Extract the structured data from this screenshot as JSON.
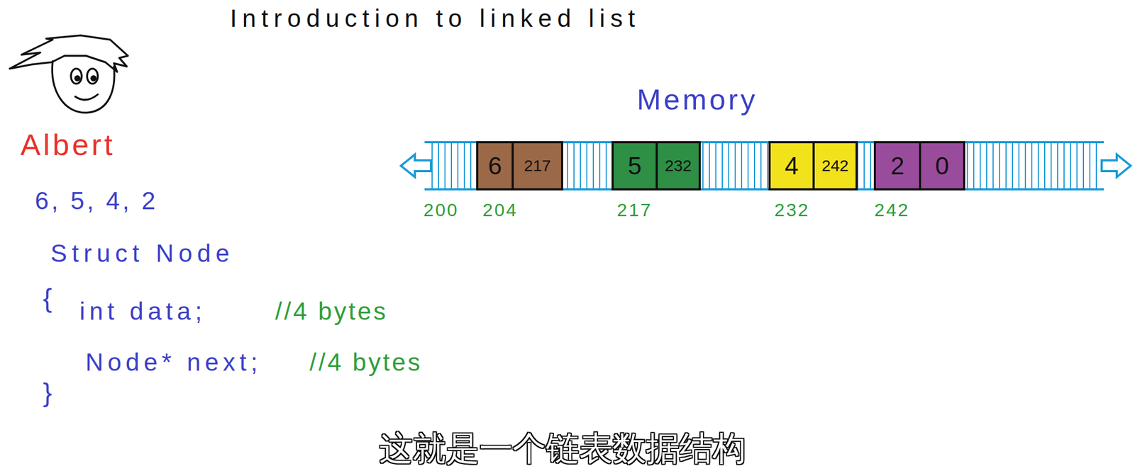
{
  "diagram": {
    "title": "Introduction to linked list",
    "caption": "这就是一个链表数据结构",
    "nodes": [
      {
        "text": [
          "6",
          "217"
        ]
      },
      {
        "text": [
          "5",
          "232"
        ]
      },
      {
        "text": [
          "4",
          "242"
        ]
      },
      {
        "text": [
          "2",
          "0"
        ]
      }
    ],
    "labels": [
      "Memory",
      "Albert",
      "6, 5, 4, 2",
      "Struct Node",
      "{",
      "int data;",
      "//4 bytes",
      "Node* next;",
      "//4 bytes",
      "}",
      "200",
      "204",
      "217",
      "232",
      "242"
    ]
  }
}
